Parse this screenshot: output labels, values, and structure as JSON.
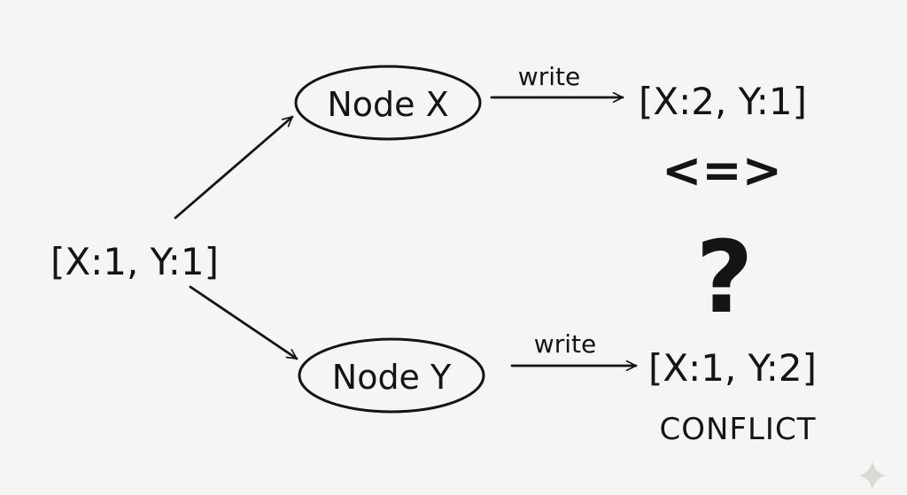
{
  "diagram": {
    "start_state": "[X:1, Y:1]",
    "node_x": {
      "label": "Node X",
      "edge_label": "write",
      "result_state": "[X:2, Y:1]"
    },
    "node_y": {
      "label": "Node Y",
      "edge_label": "write",
      "result_state": "[X:1, Y:2]"
    },
    "comparison_symbol": "<=>",
    "question_mark": "?",
    "conflict_label": "CONFLICT"
  },
  "colors": {
    "ink": "#141414",
    "paper": "#f5f5f3"
  }
}
